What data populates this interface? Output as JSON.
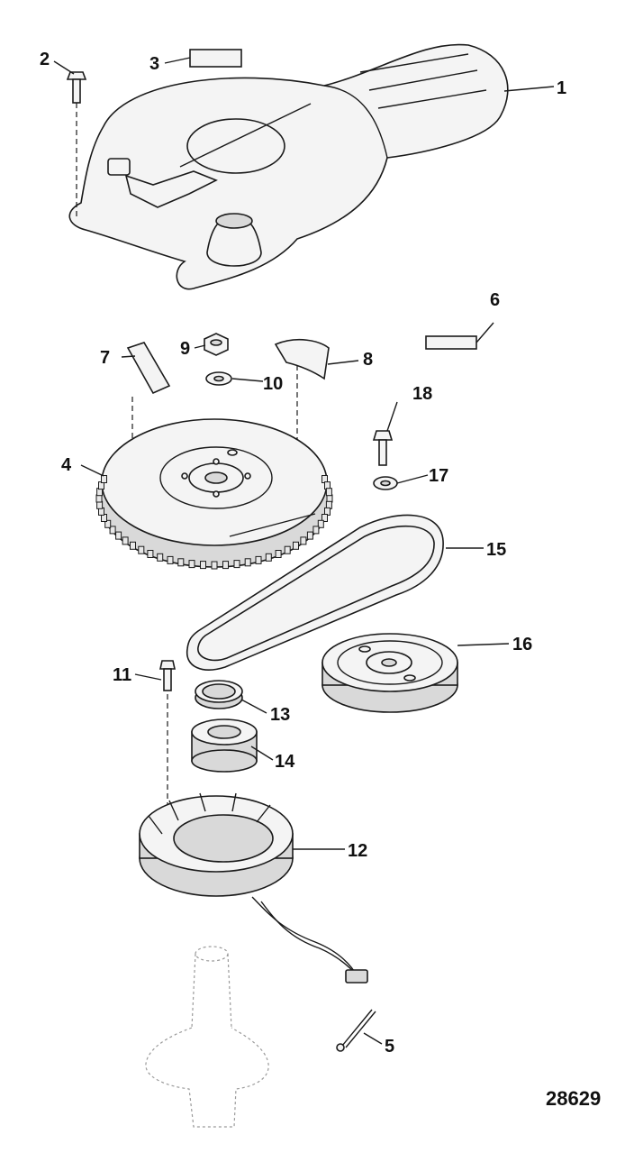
{
  "figure_number": "28629",
  "callouts": [
    "1",
    "2",
    "3",
    "4",
    "5",
    "6",
    "7",
    "8",
    "9",
    "10",
    "11",
    "12",
    "13",
    "14",
    "15",
    "16",
    "17",
    "18"
  ]
}
